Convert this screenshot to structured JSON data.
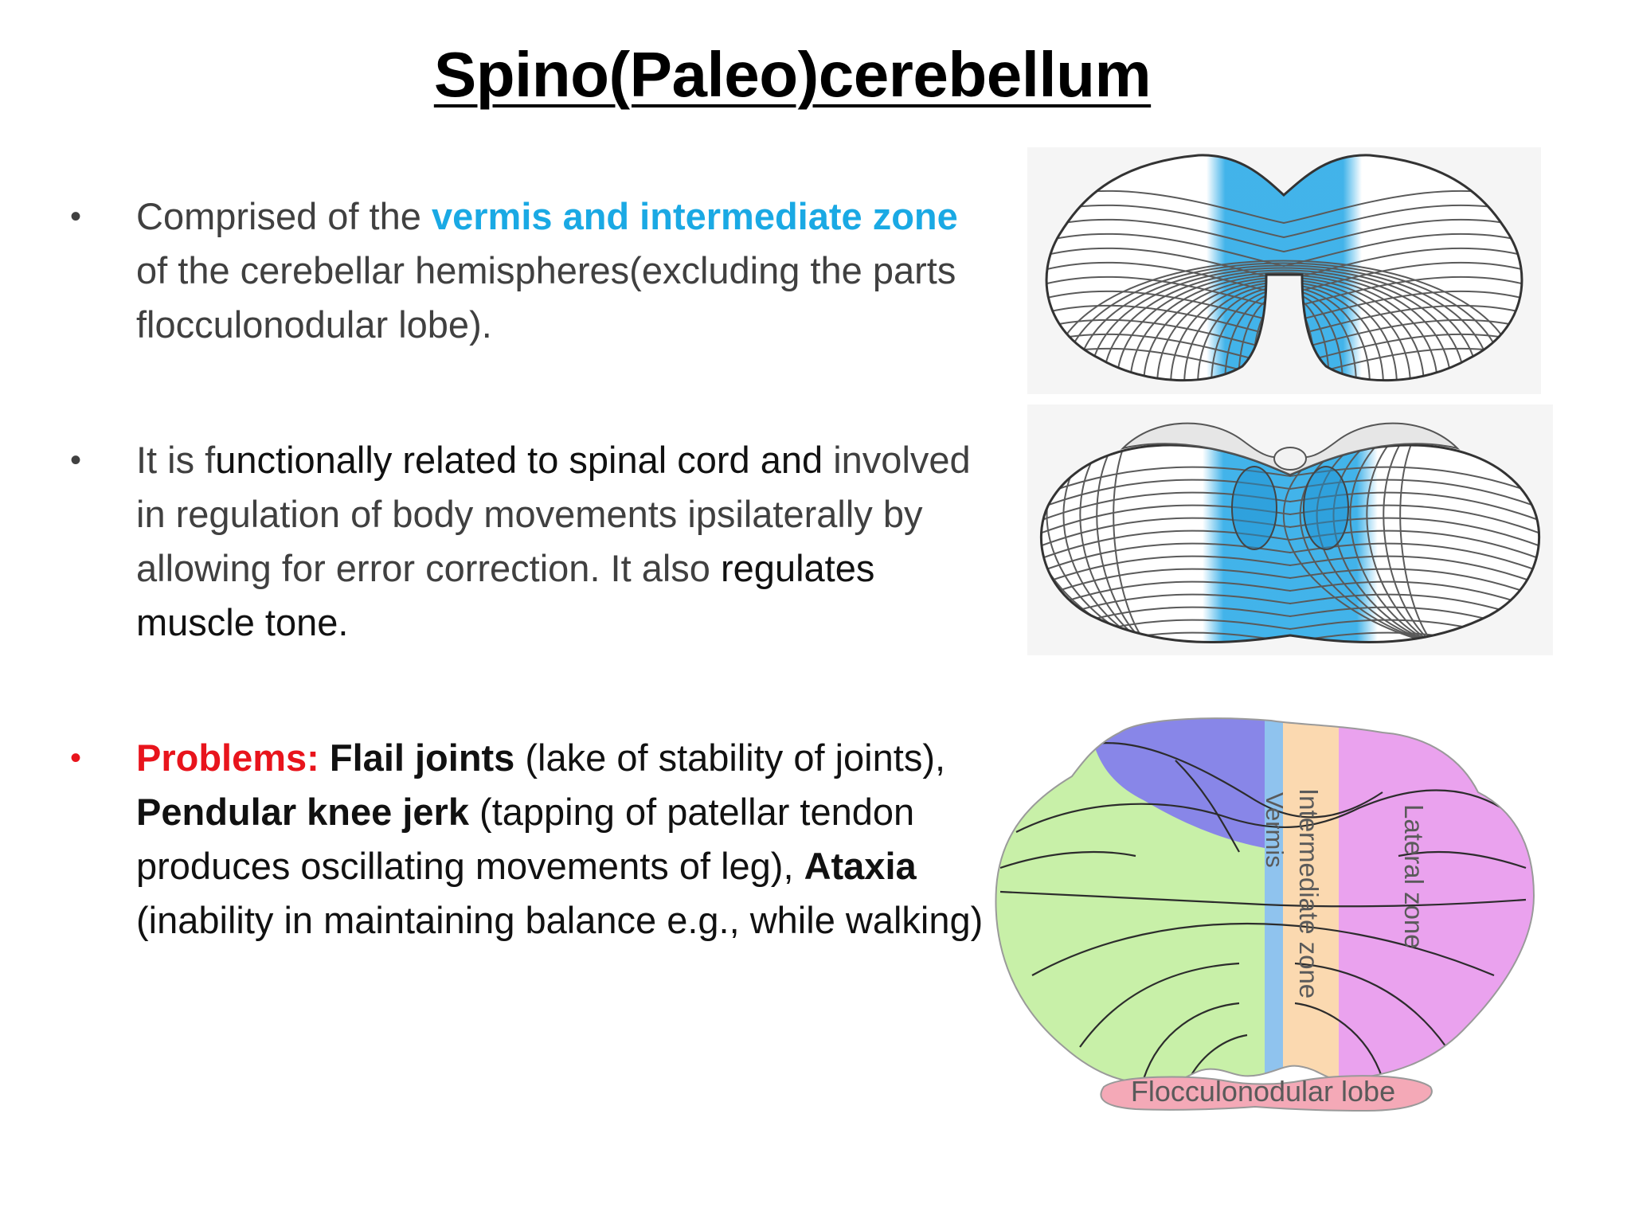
{
  "title": "Spino(Paleo)cerebellum",
  "bullets": [
    {
      "marker": "•",
      "p1": "Comprised  of the ",
      "p2": "vermis and intermediate zone",
      "p3": " of the cerebellar hemispheres(excluding the parts flocculonodular lobe)."
    },
    {
      "marker": "•",
      "p1": "It is f",
      "p2": "unctionally related  to spinal cord and",
      "p3": " involved in regulation of  body movements ipsilaterally by allowing for error correction. It also ",
      "p4": "regulates muscle tone."
    },
    {
      "marker": "•",
      "label": "Problems:",
      "t1": " ",
      "k1": "Flail joints",
      "t2": " (lake of stability of joints), ",
      "k2": "Pendular knee jerk",
      "t3": " (tapping of patellar tendon produces oscillating movements of leg), ",
      "k3": "Ataxia",
      "t4": " (inability in maintaining balance e.g., while walking)"
    }
  ],
  "diagram": {
    "labels": {
      "vermis": "Vermis",
      "intermediate": "Intermediate zone",
      "lateral": "Lateral zone",
      "flocculonodular": "Flocculonodular lobe"
    }
  },
  "colors": {
    "highlight_blue": "#1aa9e4",
    "problems_red": "#e8141c",
    "vermis_blue": "#8fc3ee",
    "intermediate_orange": "#fbd9b0",
    "lateral_pink": "#eaa2ee",
    "hemisphere_green": "#c8f0a8",
    "anterior_purple": "#8886e8",
    "flocculus_pink": "#f4a9b7"
  }
}
